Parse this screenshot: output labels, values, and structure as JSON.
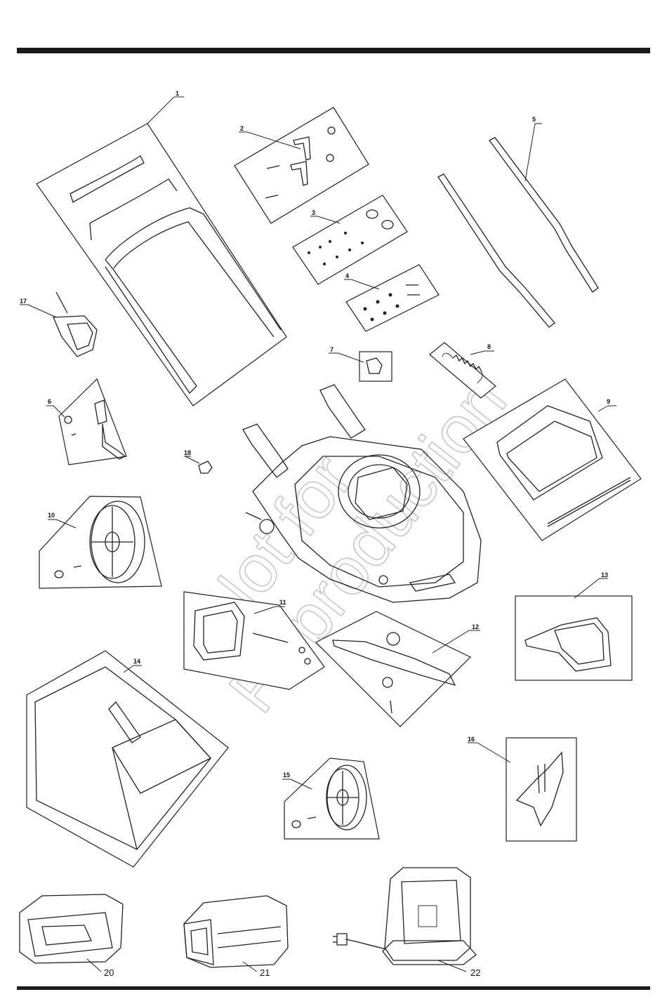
{
  "parts": [
    {
      "id": "part-1",
      "label": "1"
    },
    {
      "id": "part-2",
      "label": "2"
    },
    {
      "id": "part-3",
      "label": "3"
    },
    {
      "id": "part-4",
      "label": "4"
    },
    {
      "id": "part-5",
      "label": "5"
    },
    {
      "id": "part-6",
      "label": "6"
    },
    {
      "id": "part-7",
      "label": "7"
    },
    {
      "id": "part-8",
      "label": "8"
    },
    {
      "id": "part-9",
      "label": "9"
    },
    {
      "id": "part-10",
      "label": "10"
    },
    {
      "id": "part-11",
      "label": "11"
    },
    {
      "id": "part-12",
      "label": "12"
    },
    {
      "id": "part-13",
      "label": "13"
    },
    {
      "id": "part-14",
      "label": "14"
    },
    {
      "id": "part-15",
      "label": "15"
    },
    {
      "id": "part-16",
      "label": "16"
    },
    {
      "id": "part-17",
      "label": "17"
    },
    {
      "id": "part-18",
      "label": "18"
    },
    {
      "id": "part-20",
      "label": "20"
    },
    {
      "id": "part-21",
      "label": "21"
    },
    {
      "id": "part-22",
      "label": "22"
    }
  ],
  "watermark": {
    "line1": "Not for",
    "line2": "Reproduction"
  }
}
